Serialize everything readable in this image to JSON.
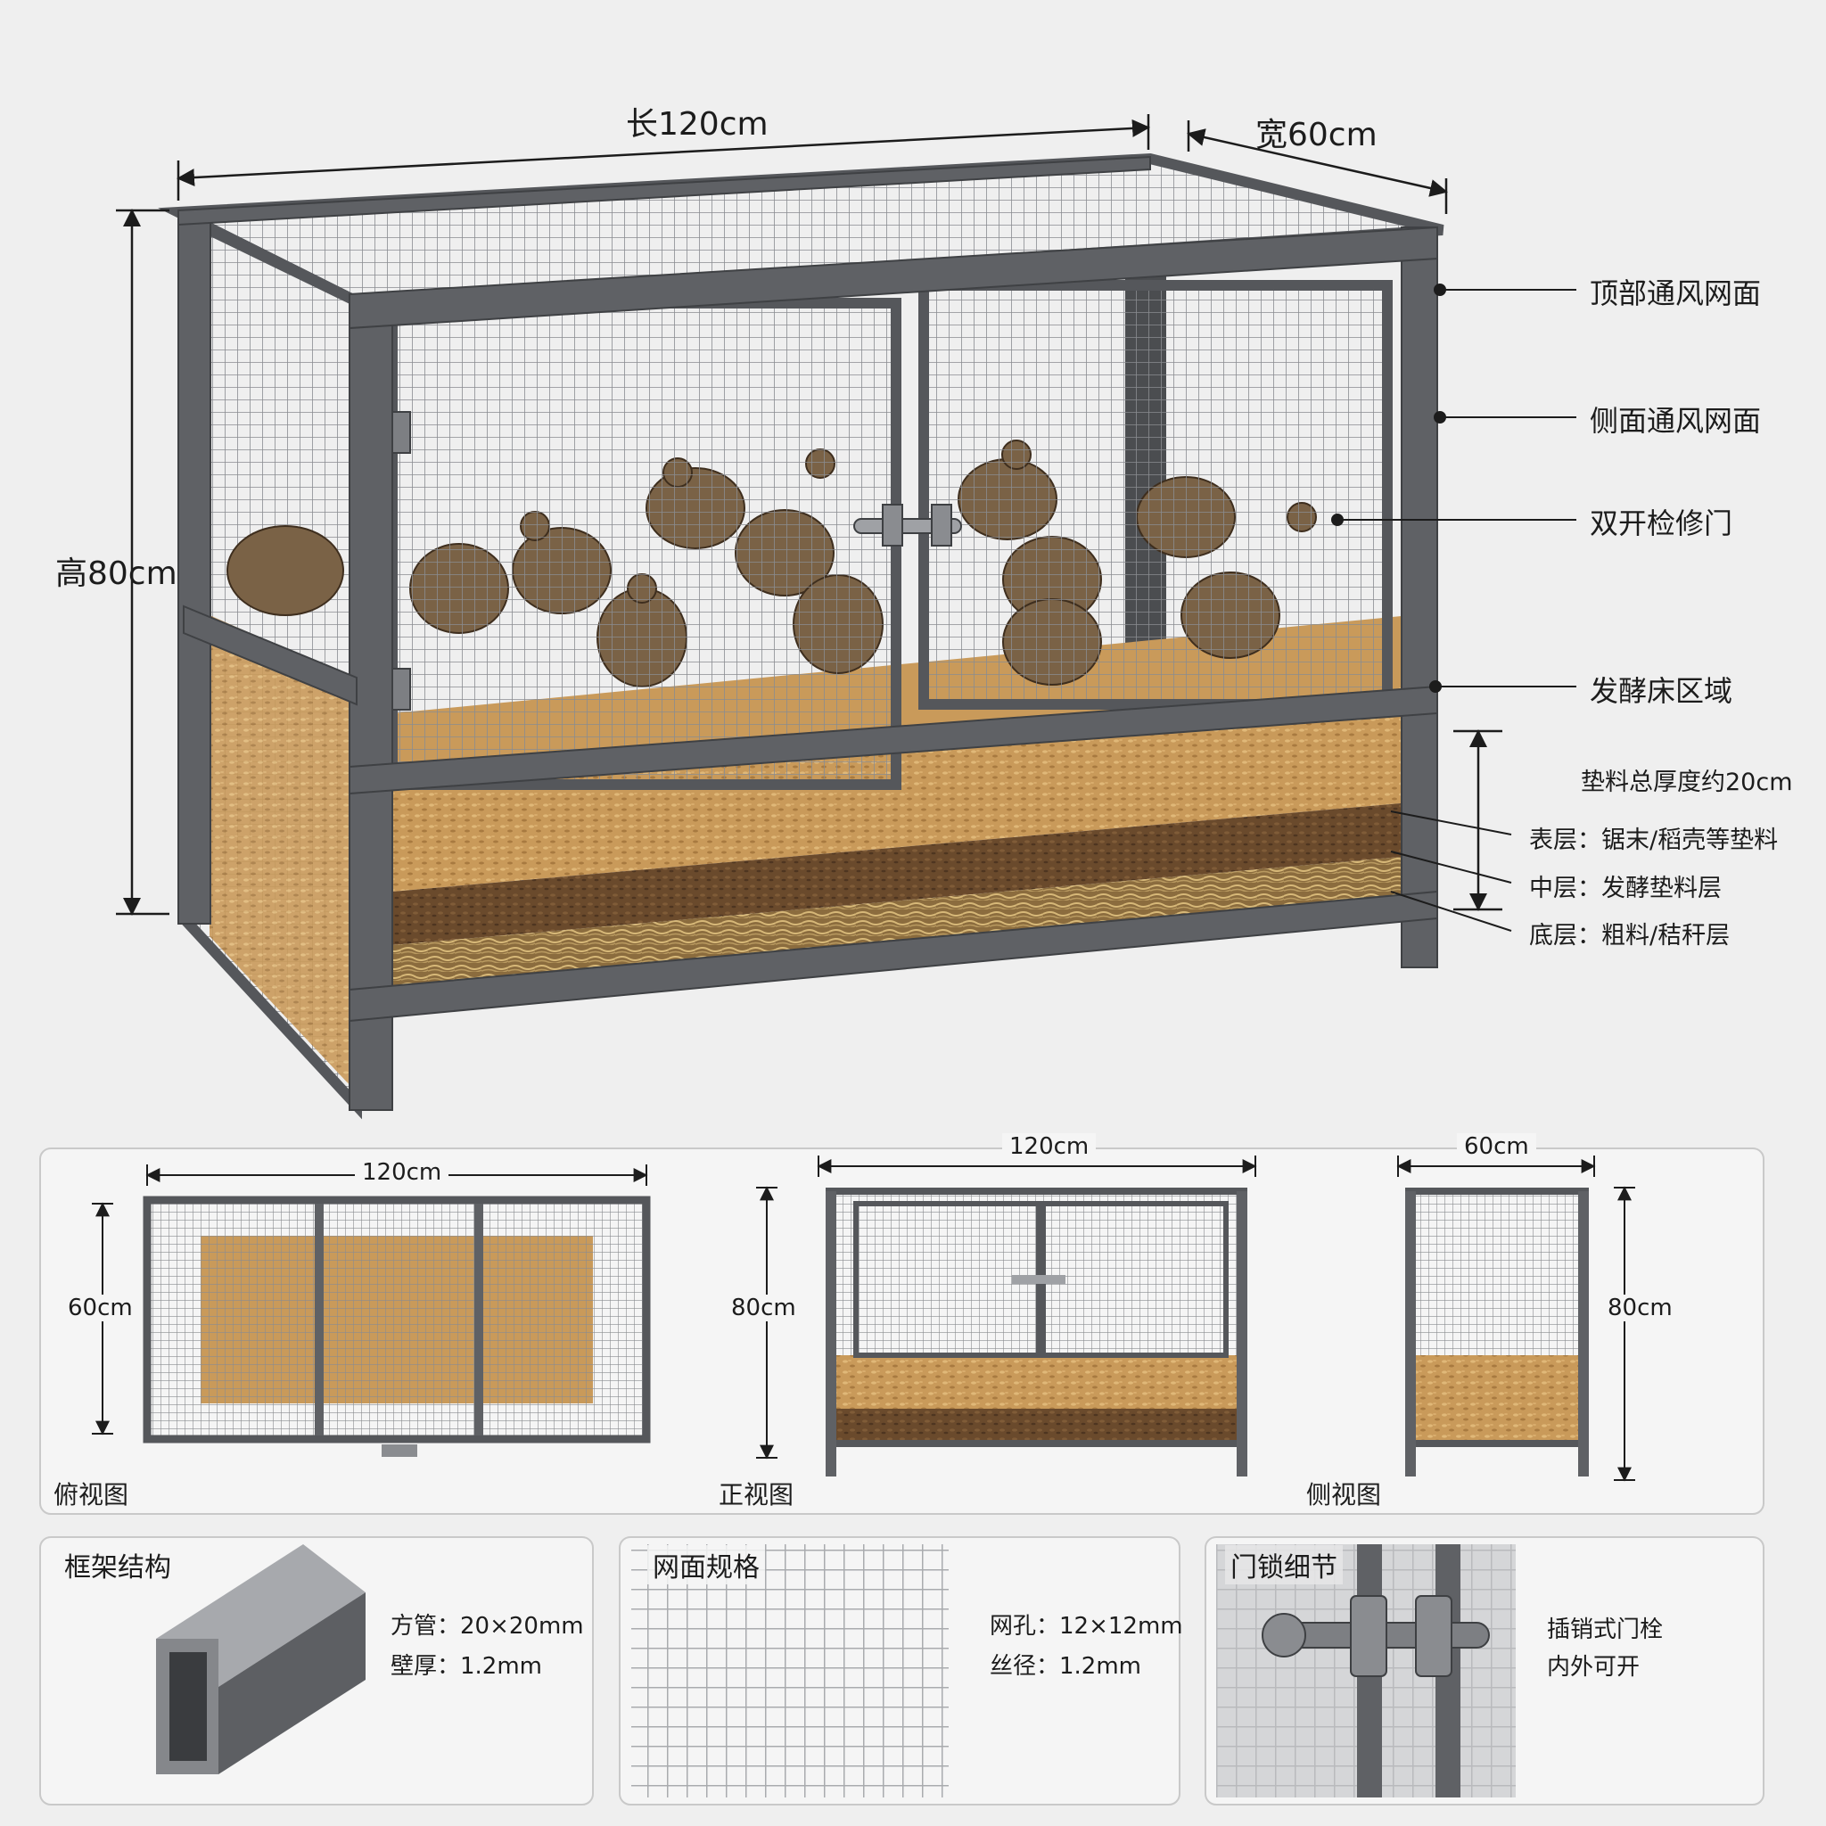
{
  "main_dimensions": {
    "length": "长120cm",
    "width": "宽60cm",
    "height": "高80cm"
  },
  "callouts": {
    "top_mesh": "顶部通风网面",
    "side_mesh": "侧面通风网面",
    "double_door": "双开检修门",
    "fermentation_zone": "发酵床区域"
  },
  "bedding": {
    "total_thickness": "垫料总厚度约20cm",
    "top_layer": "表层：锯末/稻壳等垫料",
    "middle_layer": "中层：发酵垫料层",
    "bottom_layer": "底层：粗料/秸秆层"
  },
  "views": {
    "top_view": {
      "caption": "俯视图",
      "width": "120cm",
      "depth": "60cm"
    },
    "front_view": {
      "caption": "正视图",
      "width": "120cm",
      "height": "80cm"
    },
    "side_view": {
      "caption": "侧视图",
      "width": "60cm",
      "height": "80cm"
    }
  },
  "details": {
    "frame": {
      "title": "框架结构",
      "line1": "方管：20×20mm",
      "line2": "壁厚：1.2mm"
    },
    "mesh": {
      "title": "网面规格",
      "line1": "网孔：12×12mm",
      "line2": "丝径：1.2mm"
    },
    "lock": {
      "title": "门锁细节",
      "line1": "插销式门栓",
      "line2": "内外可开"
    }
  },
  "colors": {
    "frame": "#5f6165",
    "frame_dark": "#3f4144",
    "bedding_light": "#c99a5a",
    "bedding_dark": "#6a4a2c",
    "straw": "#b0925a",
    "quail": "#7a6246"
  }
}
